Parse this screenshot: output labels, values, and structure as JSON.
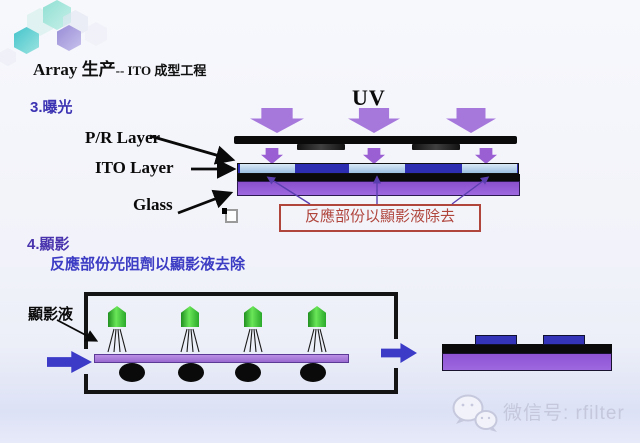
{
  "slide": {
    "title_main": "Array 生产",
    "title_sub": "-- ITO 成型工程"
  },
  "exposure": {
    "heading": "3.曝光",
    "uv_label": "UV",
    "labels": {
      "pr": "P/R Layer",
      "ito": "ITO Layer",
      "glass": "Glass"
    },
    "callout": "反應部份以顯影液除去"
  },
  "develop": {
    "heading": "4.顯影",
    "description": "反應部份光阻劑以顯影液去除",
    "developer_label": "顯影液"
  },
  "watermark": {
    "icon": "wechat-icon",
    "text": "微信号: rfilter"
  },
  "colors": {
    "uv_arrow_purple": "#a678dc",
    "small_arrow_purple": "#9a5fd2",
    "mask_black": "#0a0a0a",
    "pr_exposed_lightblue": "#b9d5ec",
    "pr_unexposed_blue": "#2d2db2",
    "ito_black": "#0a0a0a",
    "glass_purple": "#9159d6",
    "callout_red": "#b0453c",
    "flow_arrow_blue": "#3b3bc8",
    "nozzle_green": "#3fc93f",
    "conveyor_purple": "#a97fd8",
    "heading_purple": "#4a35ae",
    "body_blue": "#3c3cc4",
    "watermark_gray": "#c5c8dc"
  }
}
